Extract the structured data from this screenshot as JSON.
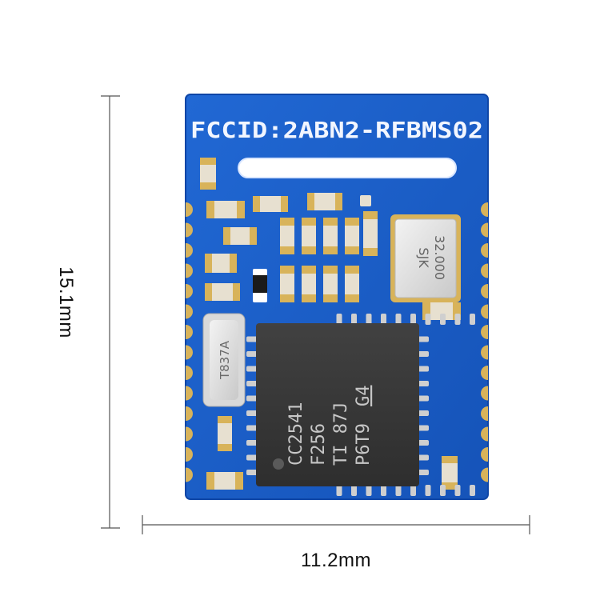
{
  "module": {
    "fcc_id": "FCCID:2ABN2-RFBMS02",
    "crystal_large_marking": [
      "SJK",
      "32.000"
    ],
    "crystal_small_marking": "T837A",
    "chip_marking": [
      "CC2541",
      "F256",
      "TI 87J",
      "P6T9"
    ],
    "chip_marking_suffix": "G4"
  },
  "dimensions": {
    "height": "15.1mm",
    "width": "11.2mm"
  },
  "colors": {
    "pcb": "#1a5fc8",
    "pcb_edge": "#0f46a6",
    "gold": "#d8b35a",
    "chip": "#3a3a3a",
    "silk": "#f2f6ff"
  }
}
